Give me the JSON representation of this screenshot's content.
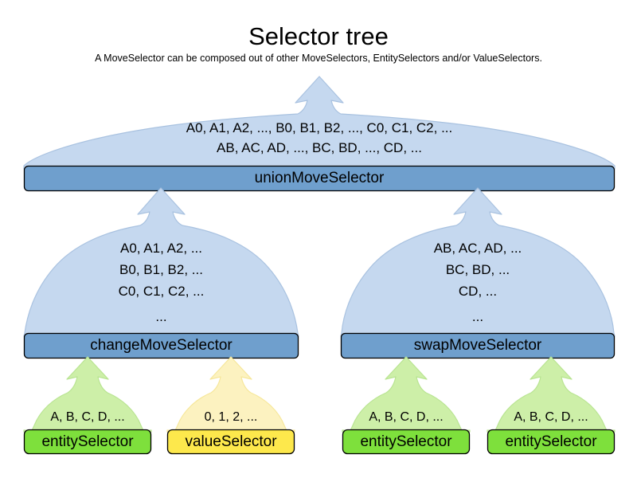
{
  "header": {
    "title": "Selector tree",
    "subtitle": "A MoveSelector can be composed out of other MoveSelectors, EntitySelectors and/or ValueSelectors."
  },
  "colors": {
    "move_dome_fill": "#c5d8ef",
    "move_dome_stroke": "#a9c2e0",
    "move_bar_fill": "#6f9fcd",
    "move_bar_stroke": "#000000",
    "entity_dome_fill": "#cdefa8",
    "entity_dome_stroke": "#b9e492",
    "entity_bar_fill": "#7ee03c",
    "entity_bar_stroke": "#000000",
    "value_dome_fill": "#fcf2c0",
    "value_dome_stroke": "#f6e79b",
    "value_bar_fill": "#fde84c",
    "value_bar_stroke": "#000000",
    "background": "#ffffff",
    "text": "#000000"
  },
  "nodes": {
    "union": {
      "label": "unionMoveSelector",
      "kind": "move-selector",
      "lines": [
        "A0, A1, A2, ..., B0, B1, B2, ..., C0, C1, C2, ...",
        "AB, AC, AD, ..., BC, BD, ..., CD, ..."
      ]
    },
    "change": {
      "label": "changeMoveSelector",
      "kind": "move-selector",
      "lines": [
        "A0, A1, A2, ...",
        "B0, B1, B2, ...",
        "C0, C1, C2, ...",
        "..."
      ]
    },
    "swap": {
      "label": "swapMoveSelector",
      "kind": "move-selector",
      "lines": [
        "AB, AC, AD, ...",
        "BC, BD, ...",
        "CD, ...",
        "..."
      ]
    },
    "entity1": {
      "label": "entitySelector",
      "kind": "entity-selector",
      "lines": [
        "A, B, C, D, ..."
      ]
    },
    "value1": {
      "label": "valueSelector",
      "kind": "value-selector",
      "lines": [
        "0, 1, 2, ..."
      ]
    },
    "entity2": {
      "label": "entitySelector",
      "kind": "entity-selector",
      "lines": [
        "A, B, C, D, ..."
      ]
    },
    "entity3": {
      "label": "entitySelector",
      "kind": "entity-selector",
      "lines": [
        "A, B, C, D, ..."
      ]
    }
  }
}
